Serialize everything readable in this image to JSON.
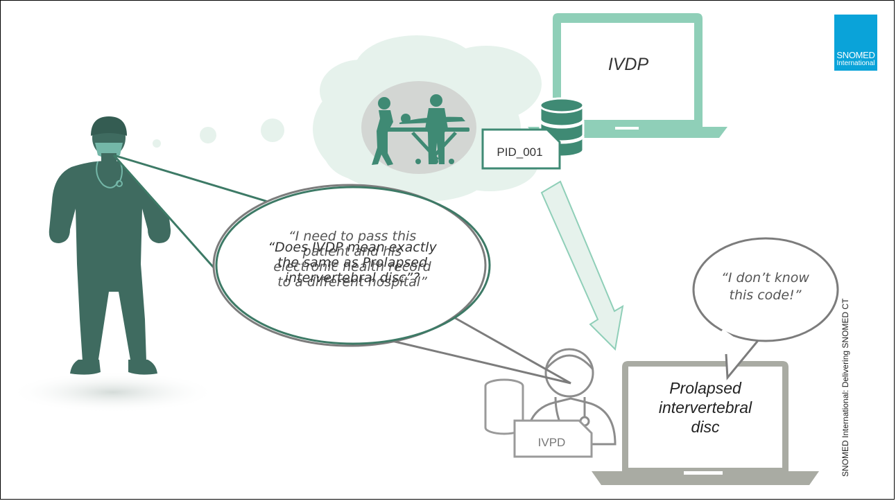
{
  "logo": {
    "line1": "SNOMED",
    "line2": "International",
    "color": "#0aa3d9"
  },
  "laptop_top": {
    "screen_text": "IVDP",
    "color": "#8fcfb8"
  },
  "laptop_bottom": {
    "screen_lines": [
      "Prolapsed",
      "intervertebral",
      "disc"
    ],
    "color": "#a9aba3"
  },
  "pid_label": "PID_001",
  "ivpd_label": "IVPD",
  "bubble_left": {
    "text_a_lines": [
      "“I need to pass this",
      "patient and his",
      "electronic health record",
      "to a different hospital”"
    ],
    "text_b_lines": [
      "“Does IVDP mean exactly",
      "the same as Prolapsed",
      "intervertebral disc”?"
    ]
  },
  "bubble_right": {
    "lines": [
      "“I don’t know",
      "this code!”"
    ]
  },
  "sidebar_text": "SNOMED International: Delivering SNOMED CT",
  "colors": {
    "clinician": "#3f6b60",
    "cloud": "#e6f2ec",
    "accent_green": "#3a7d6a",
    "grey": "#8c8c8c"
  }
}
